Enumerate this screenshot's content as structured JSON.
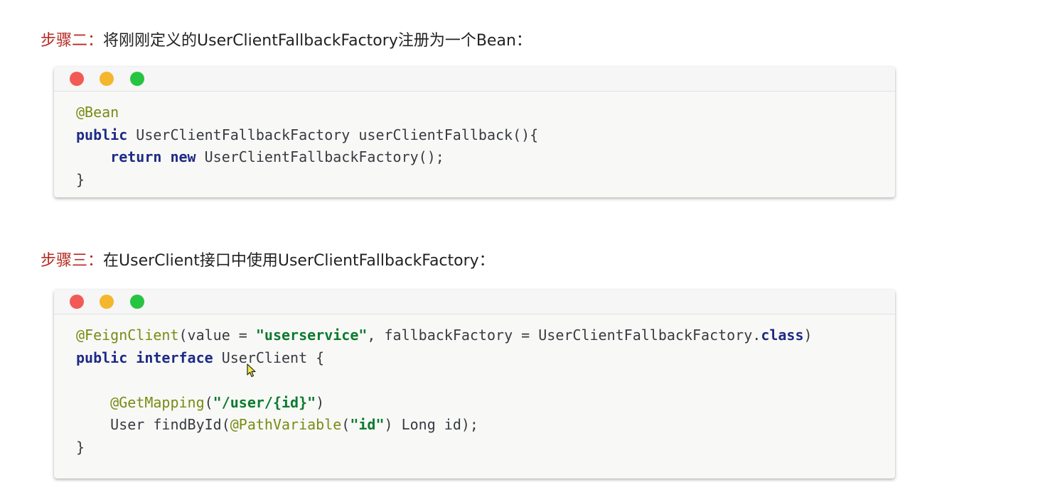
{
  "step2": {
    "label": "步骤二：",
    "text": "将刚刚定义的UserClientFallbackFactory注册为一个Bean：",
    "code": {
      "line1_annotation": "@Bean",
      "line2_kw": "public",
      "line2_rest": " UserClientFallbackFactory userClientFallback(){",
      "line3_indent": "    ",
      "line3_kw1": "return",
      "line3_space": " ",
      "line3_kw2": "new",
      "line3_rest": " UserClientFallbackFactory();",
      "line4": "}"
    }
  },
  "step3": {
    "label": "步骤三：",
    "text": "在UserClient接口中使用UserClientFallbackFactory：",
    "code": {
      "line1_annotation": "@FeignClient",
      "line1_a": "(value = ",
      "line1_str": "\"userservice\"",
      "line1_b": ", fallbackFactory = UserClientFallbackFactory.",
      "line1_kw": "class",
      "line1_c": ")",
      "line2_kw1": "public",
      "line2_space": " ",
      "line2_kw2": "interface",
      "line2_rest": " UserClient {",
      "line3": "",
      "line4_indent": "    ",
      "line4_annotation": "@GetMapping",
      "line4_a": "(",
      "line4_str": "\"/user/{id}\"",
      "line4_b": ")",
      "line5_a": "    User findById(",
      "line5_annotation": "@PathVariable",
      "line5_b": "(",
      "line5_str": "\"id\"",
      "line5_c": ") Long id);",
      "line6": "}"
    }
  },
  "colors": {
    "step_label": "#b52a23",
    "annotation": "#7a8a16",
    "keyword": "#1d2a86",
    "string": "#0c7a2f",
    "dot_red": "#f25a55",
    "dot_yellow": "#f4b62d",
    "dot_green": "#27c441"
  },
  "icons": {
    "window_controls": [
      "close-dot",
      "minimize-dot",
      "maximize-dot"
    ],
    "pointer": "mouse-cursor-icon"
  }
}
